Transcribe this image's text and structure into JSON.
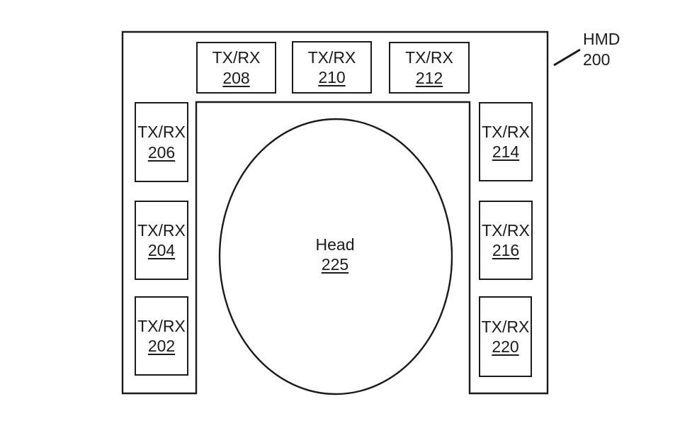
{
  "diagram": {
    "title_callout": {
      "name": "HMD",
      "ref": "200"
    },
    "head": {
      "name": "Head",
      "ref": "225"
    },
    "units": [
      {
        "label": "TX/RX",
        "ref": "208"
      },
      {
        "label": "TX/RX",
        "ref": "210"
      },
      {
        "label": "TX/RX",
        "ref": "212"
      },
      {
        "label": "TX/RX",
        "ref": "206"
      },
      {
        "label": "TX/RX",
        "ref": "204"
      },
      {
        "label": "TX/RX",
        "ref": "202"
      },
      {
        "label": "TX/RX",
        "ref": "214"
      },
      {
        "label": "TX/RX",
        "ref": "216"
      },
      {
        "label": "TX/RX",
        "ref": "220"
      }
    ],
    "colors": {
      "line": "#1b1b1b",
      "background": "#ffffff"
    }
  }
}
